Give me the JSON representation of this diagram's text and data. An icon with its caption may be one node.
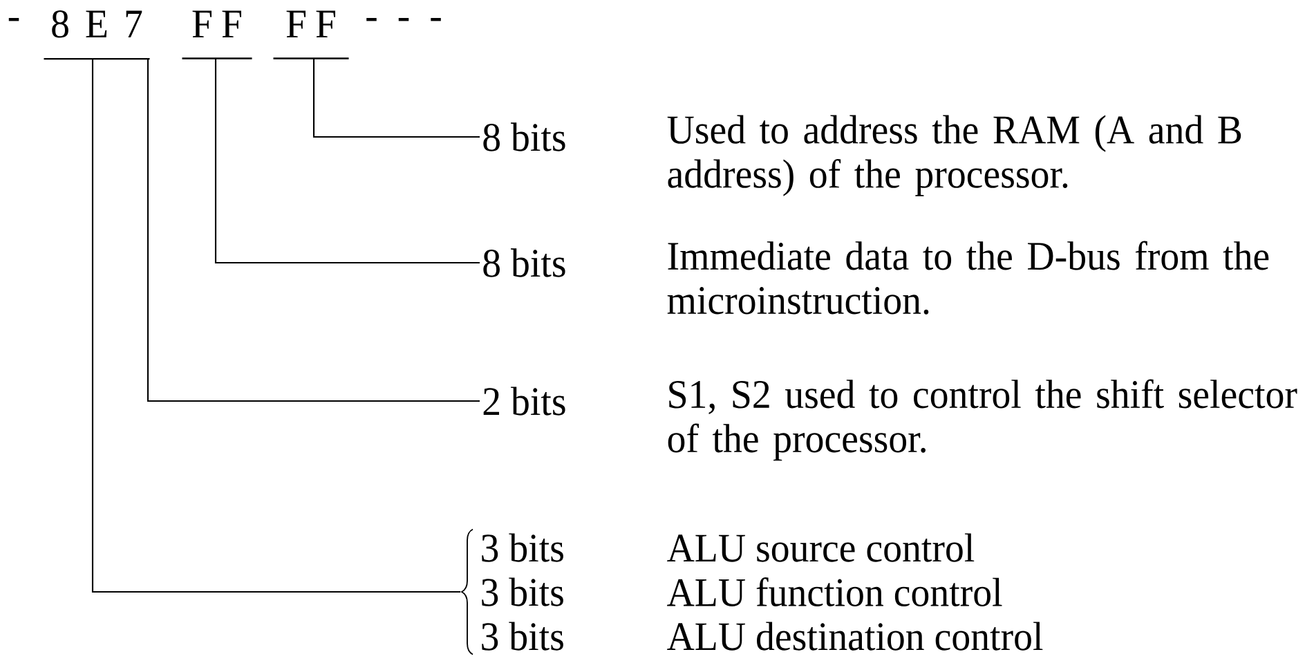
{
  "diagram": {
    "nodes": [
      {
        "text": [
          "8 E 7"
        ]
      },
      {
        "text": [
          "F F"
        ]
      },
      {
        "text": [
          "F F"
        ]
      },
      {
        "text": [
          "8 bits"
        ],
        "beside": [
          "Used to address the RAM (A and B address) of the processor."
        ]
      },
      {
        "text": [
          "8 bits"
        ],
        "beside": [
          "Immediate data to the D-bus from the microinstruction."
        ]
      },
      {
        "text": [
          "2 bits"
        ],
        "beside": [
          "S1, S2 used to control the shift selector of the processor."
        ]
      },
      {
        "text": [
          "3 bits",
          "3 bits",
          "3 bits"
        ],
        "beside": [
          "ALU source control",
          "ALU function control",
          "ALU destination control"
        ]
      }
    ],
    "edges": [
      {
        "from": 0,
        "to": 6,
        "arrow": "none"
      },
      {
        "from": 0,
        "to": 5,
        "arrow": "none"
      },
      {
        "from": 1,
        "to": 4,
        "arrow": "none"
      },
      {
        "from": 2,
        "to": 3,
        "arrow": "none"
      }
    ],
    "labels": [
      "-",
      "- - -"
    ]
  }
}
